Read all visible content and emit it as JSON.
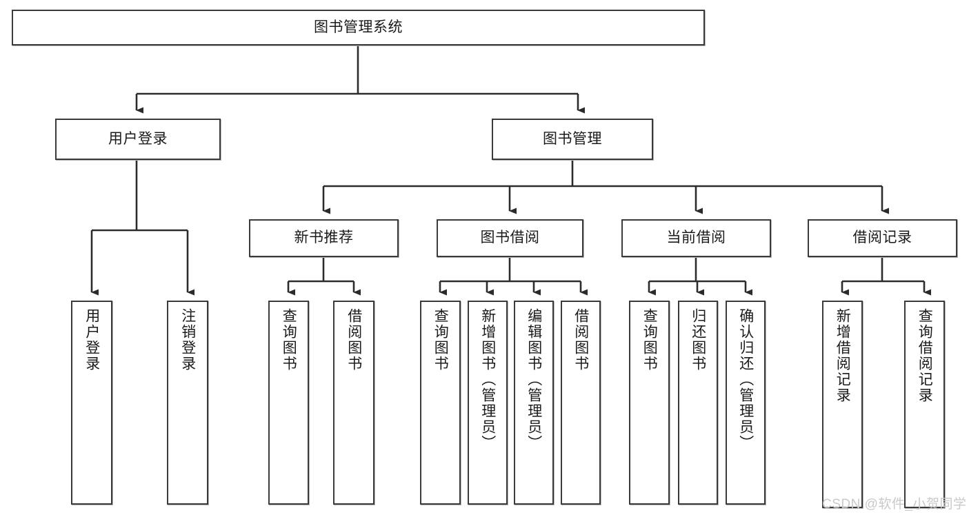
{
  "diagram": {
    "type": "tree-hierarchy-chart",
    "title": "图书管理系统",
    "watermark": "CSDN @软件_小贺同学",
    "colors": {
      "box_border": "#3a3a3a",
      "box_fill": "#ffffff",
      "connector": "#2b2b2b",
      "watermark": "#c9c9c9",
      "text": "#1a1a1a"
    },
    "root": {
      "label": "图书管理系统"
    },
    "level1": [
      {
        "label": "用户登录"
      },
      {
        "label": "图书管理"
      }
    ],
    "level2": [
      {
        "label": "新书推荐"
      },
      {
        "label": "图书借阅"
      },
      {
        "label": "当前借阅"
      },
      {
        "label": "借阅记录"
      }
    ],
    "leaves": {
      "user_login": [
        {
          "label": "用户登录"
        },
        {
          "label": "注销登录"
        }
      ],
      "new_book_recommend": [
        {
          "label": "查询图书"
        },
        {
          "label": "借阅图书"
        }
      ],
      "book_borrow": [
        {
          "label": "查询图书"
        },
        {
          "label": "新增图书（管理员）"
        },
        {
          "label": "编辑图书（管理员）"
        },
        {
          "label": "借阅图书"
        }
      ],
      "current_borrow": [
        {
          "label": "查询图书"
        },
        {
          "label": "归还图书"
        },
        {
          "label": "确认归还（管理员）"
        }
      ],
      "borrow_record": [
        {
          "label": "新增借阅记录"
        },
        {
          "label": "查询借阅记录"
        }
      ]
    }
  }
}
